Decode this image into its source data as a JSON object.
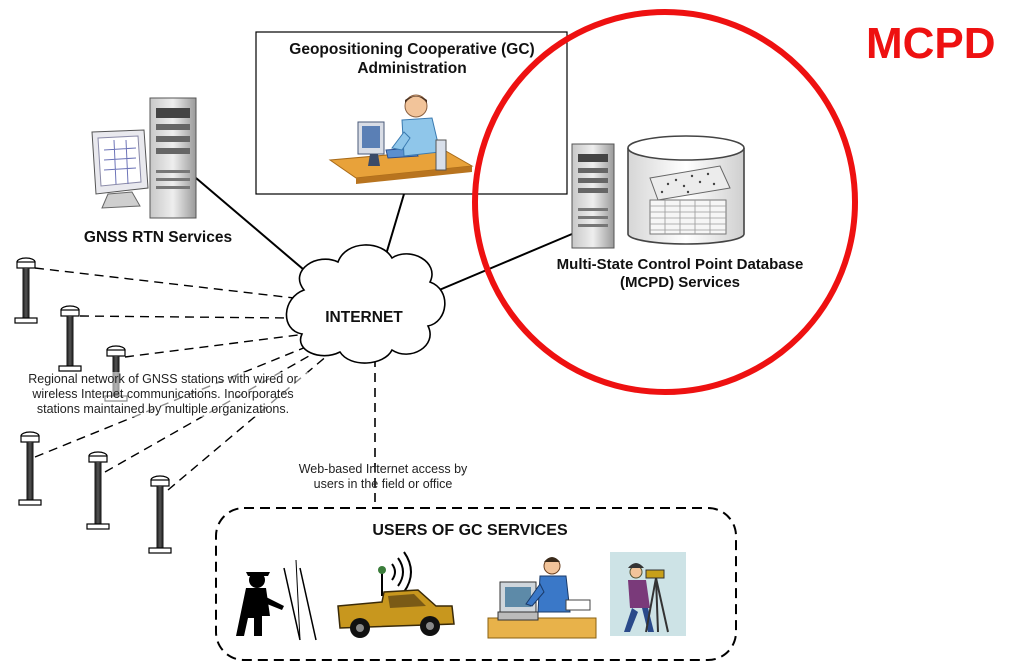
{
  "overlay": {
    "title": "MCPD",
    "highlight_color": "#ee1111"
  },
  "nodes": {
    "admin": {
      "title": "Geopositioning Cooperative (GC) Administration",
      "icon": "administrator-at-computer-icon"
    },
    "gnss_rtn": {
      "label": "GNSS RTN Services",
      "icon": "server-with-monitor-icon"
    },
    "mcpd": {
      "label": "Multi-State Control Point Database (MCPD) Services",
      "icon": "database-server-icon"
    },
    "internet": {
      "label": "INTERNET",
      "icon": "cloud-icon"
    },
    "regional_network": {
      "note": "Regional network of GNSS stations with wired or wireless Internet communications. Incorporates stations maintained by multiple organizations.",
      "station_count": 6,
      "icon": "gnss-antenna-station-icon"
    },
    "web_access": {
      "note": "Web-based Internet access by users in the field or office"
    },
    "users": {
      "title": "USERS OF GC SERVICES",
      "icons": [
        "surveyor-with-rover-icon",
        "pickup-truck-with-antenna-icon",
        "office-worker-at-computer-icon",
        "surveyor-with-tripod-icon"
      ]
    }
  },
  "edges": [
    {
      "from": "gnss_rtn",
      "to": "internet",
      "style": "solid"
    },
    {
      "from": "admin",
      "to": "internet",
      "style": "solid"
    },
    {
      "from": "mcpd",
      "to": "internet",
      "style": "solid"
    },
    {
      "from": "regional_network",
      "to": "internet",
      "style": "dashed"
    },
    {
      "from": "users",
      "to": "internet",
      "style": "dashed"
    }
  ]
}
